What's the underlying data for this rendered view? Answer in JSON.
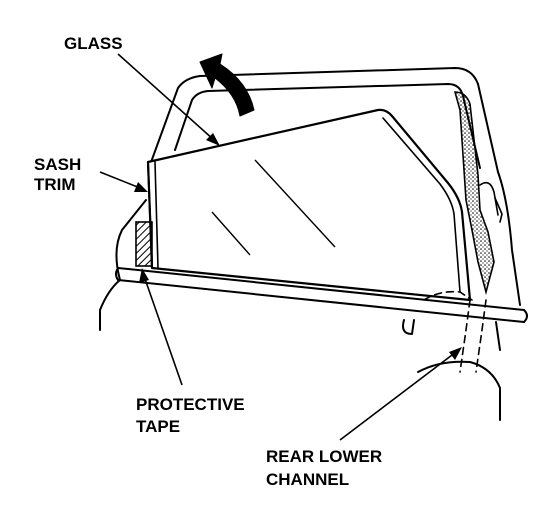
{
  "labels": {
    "glass": "GLASS",
    "sash_trim_line1": "SASH",
    "sash_trim_line2": "TRIM",
    "protective_tape_line1": "PROTECTIVE",
    "protective_tape_line2": "TAPE",
    "rear_lower_channel_line1": "REAR LOWER",
    "rear_lower_channel_line2": "CHANNEL"
  },
  "colors": {
    "ink": "#000000",
    "paper": "#ffffff"
  },
  "icons": {
    "rotation_arrow": "curved-arrow-icon"
  }
}
